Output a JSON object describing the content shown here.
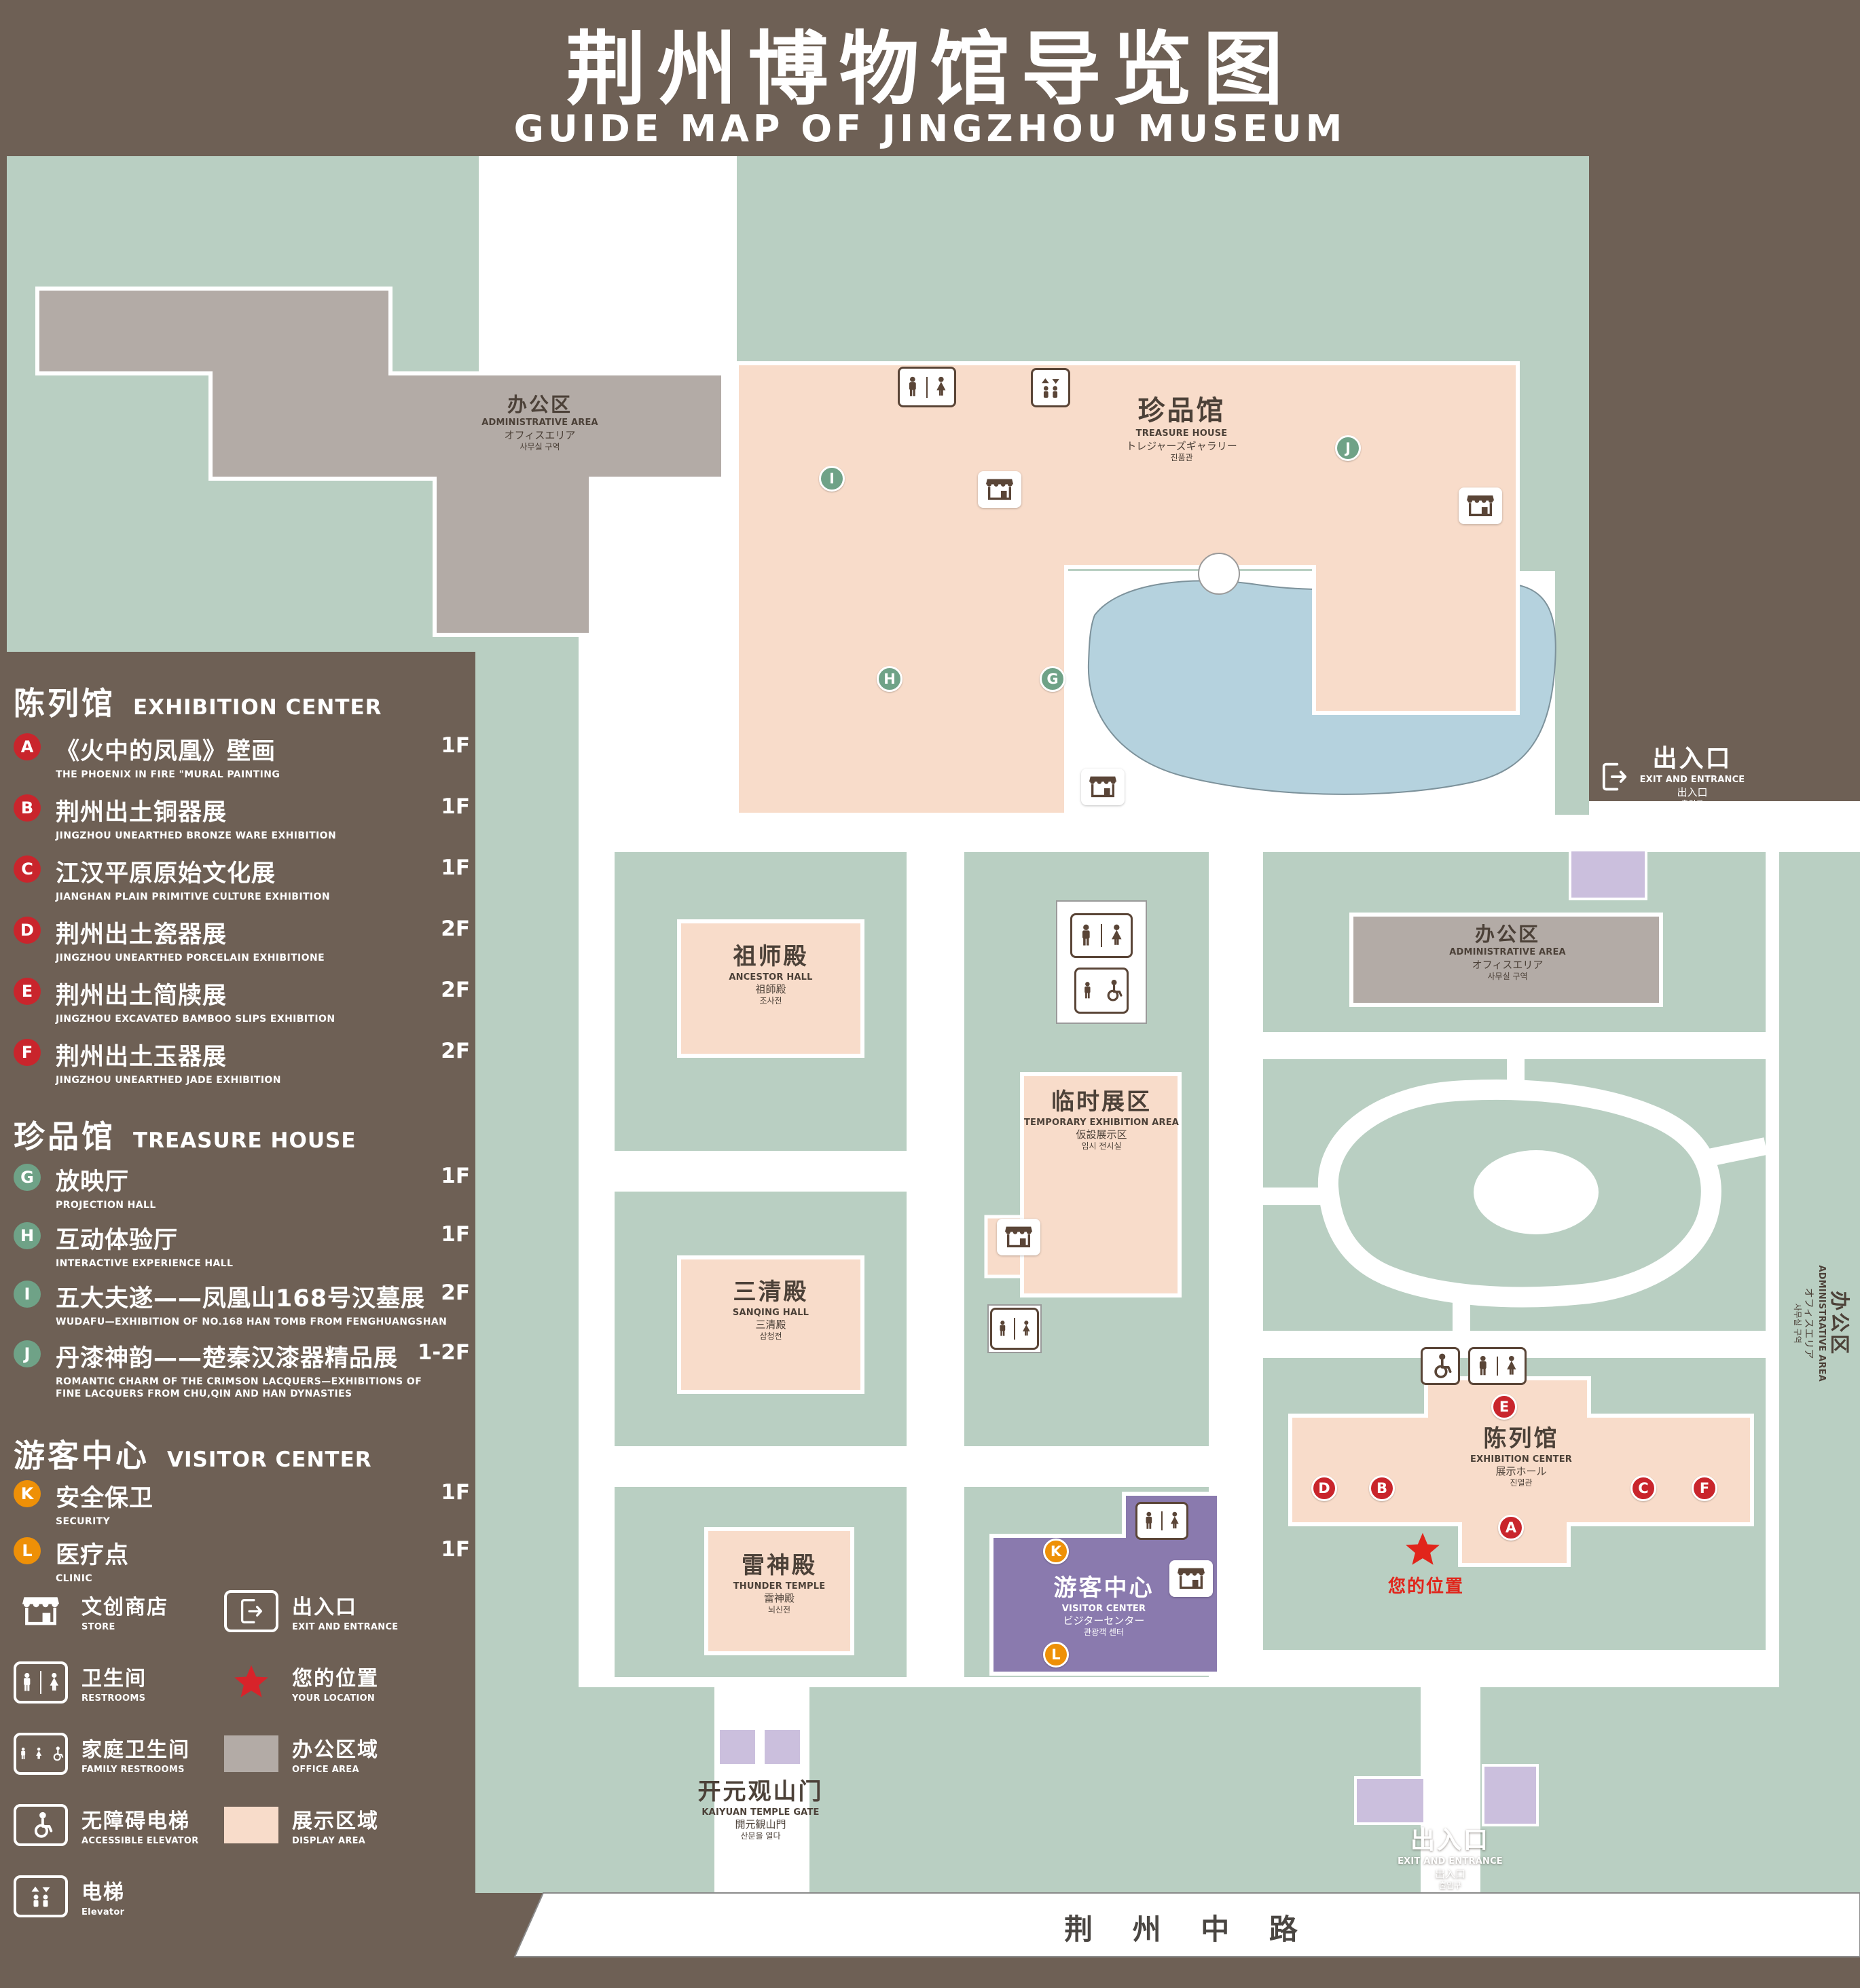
{
  "title": {
    "zh": "荆州博物馆导览图",
    "en": "GUIDE MAP OF JINGZHOU MUSEUM"
  },
  "palette": {
    "background": "#6e6055",
    "map_green": "#b9cfc2",
    "display_area": "#f8dcca",
    "office_area": "#b3aba6",
    "water": "#b5d2de",
    "visitor_purple": "#8a7aae",
    "small_purple": "#cbbfdd",
    "badge_red": "#c9252c",
    "badge_green": "#6fa287",
    "badge_orange": "#ee9007",
    "location_red": "#e1251b"
  },
  "sidebar": {
    "sections": [
      {
        "zh": "陈列馆",
        "en": "EXHIBITION CENTER",
        "items": [
          {
            "id": "A",
            "zh": "《火中的凤凰》壁画",
            "en": "THE PHOENIX IN FIRE \"MURAL PAINTING",
            "floor": "1F"
          },
          {
            "id": "B",
            "zh": "荆州出土铜器展",
            "en": "JINGZHOU UNEARTHED BRONZE WARE EXHIBITION",
            "floor": "1F"
          },
          {
            "id": "C",
            "zh": "江汉平原原始文化展",
            "en": "JIANGHAN PLAIN PRIMITIVE CULTURE EXHIBITION",
            "floor": "1F"
          },
          {
            "id": "D",
            "zh": "荆州出土瓷器展",
            "en": "JINGZHOU UNEARTHED PORCELAIN EXHIBITIONE",
            "floor": "2F"
          },
          {
            "id": "E",
            "zh": "荆州出土简牍展",
            "en": "JINGZHOU EXCAVATED BAMBOO SLIPS EXHIBITION",
            "floor": "2F"
          },
          {
            "id": "F",
            "zh": "荆州出土玉器展",
            "en": "JINGZHOU UNEARTHED JADE EXHIBITION",
            "floor": "2F"
          }
        ]
      },
      {
        "zh": "珍品馆",
        "en": "TREASURE HOUSE",
        "items": [
          {
            "id": "G",
            "zh": "放映厅",
            "en": "PROJECTION HALL",
            "floor": "1F"
          },
          {
            "id": "H",
            "zh": "互动体验厅",
            "en": "INTERACTIVE EXPERIENCE HALL",
            "floor": "1F"
          },
          {
            "id": "I",
            "zh": "五大夫遂——凤凰山168号汉墓展",
            "en": "WUDAFU—EXHIBITION OF NO.168 HAN TOMB FROM FENGHUANGSHAN",
            "floor": "2F"
          },
          {
            "id": "J",
            "zh": "丹漆神韵——楚秦汉漆器精品展",
            "en": "ROMANTIC CHARM OF THE CRIMSON LACQUERS—EXHIBITIONS OF FINE LACQUERS FROM CHU,QIN AND HAN DYNASTIES",
            "floor": "1-2F"
          }
        ]
      },
      {
        "zh": "游客中心",
        "en": "VISITOR CENTER",
        "items": [
          {
            "id": "K",
            "zh": "安全保卫",
            "en": "SECURITY",
            "floor": "1F"
          },
          {
            "id": "L",
            "zh": "医疗点",
            "en": "CLINIC",
            "floor": "1F"
          }
        ]
      }
    ],
    "legend": [
      {
        "icon": "store-icon",
        "zh": "文创商店",
        "en": "STORE"
      },
      {
        "icon": "exit-icon",
        "zh": "出入口",
        "en": "EXIT AND ENTRANCE"
      },
      {
        "icon": "restroom-icon",
        "zh": "卫生间",
        "en": "RESTROOMS"
      },
      {
        "icon": "location-star-icon",
        "zh": "您的位置",
        "en": "YOUR LOCATION"
      },
      {
        "icon": "family-restroom-icon",
        "zh": "家庭卫生间",
        "en": "FAMILY RESTROOMS"
      },
      {
        "icon": "office-area-swatch",
        "zh": "办公区域",
        "en": "OFFICE AREA"
      },
      {
        "icon": "accessible-elevator-icon",
        "zh": "无障碍电梯",
        "en": "ACCESSIBLE ELEVATOR"
      },
      {
        "icon": "display-area-swatch",
        "zh": "展示区域",
        "en": "DISPLAY AREA"
      },
      {
        "icon": "elevator-icon",
        "zh": "电梯",
        "en": "Elevator"
      }
    ]
  },
  "map": {
    "buildings": {
      "admin_top": {
        "zh": "办公区",
        "en": "ADMINISTRATIVE AREA",
        "ja": "オフィスエリア",
        "ko": "사무실 구역"
      },
      "treasure_house": {
        "zh": "珍品馆",
        "en": "TREASURE HOUSE",
        "ja": "トレジャーズギャラリー",
        "ko": "진품관"
      },
      "ancestor_hall": {
        "zh": "祖师殿",
        "en": "ANCESTOR HALL",
        "ja": "祖師殿",
        "ko": "조사전"
      },
      "admin_mid": {
        "zh": "办公区",
        "en": "ADMINISTRATIVE AREA",
        "ja": "オフィスエリア",
        "ko": "사무실 구역"
      },
      "temporary_exhibition": {
        "zh": "临时展区",
        "en": "TEMPORARY EXHIBITION AREA",
        "ja": "仮設展示区",
        "ko": "임시 전시실"
      },
      "sanqing_hall": {
        "zh": "三清殿",
        "en": "SANQING HALL",
        "ja": "三清殿",
        "ko": "삼청전"
      },
      "exhibition_center": {
        "zh": "陈列馆",
        "en": "EXHIBITION CENTER",
        "ja": "展示ホール",
        "ko": "진열관"
      },
      "thunder_temple": {
        "zh": "雷神殿",
        "en": "THUNDER TEMPLE",
        "ja": "雷神殿",
        "ko": "뇌신전"
      },
      "visitor_center": {
        "zh": "游客中心",
        "en": "VISITOR CENTER",
        "ja": "ビジターセンター",
        "ko": "관광객 센터"
      },
      "admin_right": {
        "zh": "办公区",
        "en": "ADMINISTRATIVE AREA",
        "ja": "オフィスエリア",
        "ko": "사무실 구역"
      },
      "kaiyuan_gate": {
        "zh": "开元观山门",
        "en": "KAIYUAN TEMPLE GATE",
        "ja": "開元観山門",
        "ko": "산문을 열다"
      },
      "exit_right": {
        "zh": "出入口",
        "en": "EXIT AND ENTRANCE",
        "ja": "出入口",
        "ko": "출입구"
      },
      "exit_bottom": {
        "zh": "出入口",
        "en": "EXIT AND ENTRANCE",
        "ja": "出入口",
        "ko": "출입구"
      }
    },
    "your_location": "您的位置",
    "road": "荆 州 中 路",
    "markers": {
      "A": "A",
      "B": "B",
      "C": "C",
      "D": "D",
      "E": "E",
      "F": "F",
      "G": "G",
      "H": "H",
      "I": "I",
      "J": "J",
      "K": "K",
      "L": "L"
    }
  }
}
